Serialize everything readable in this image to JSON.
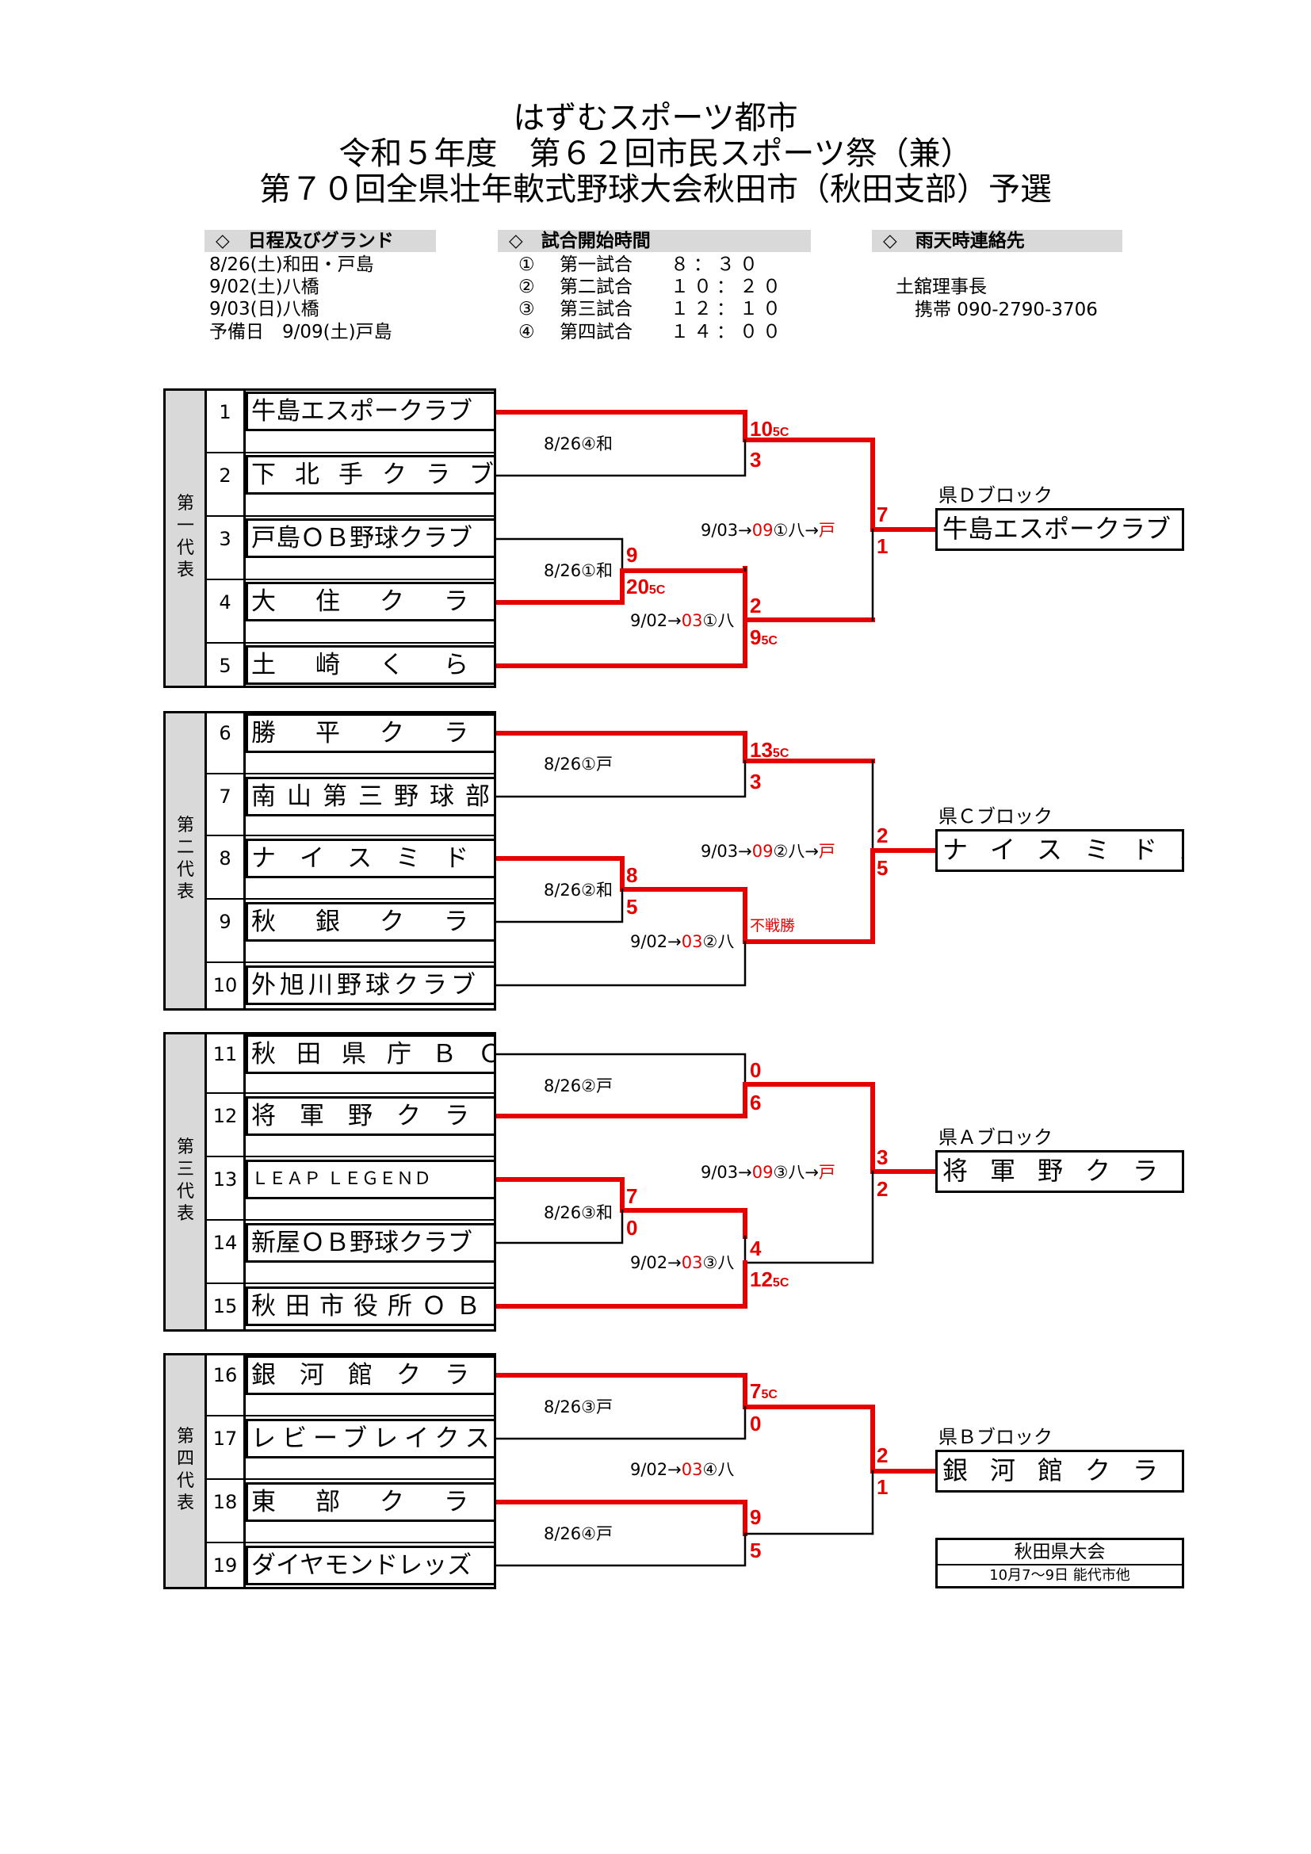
{
  "title": {
    "line1": "はずむスポーツ都市",
    "line2": "令和５年度　第６２回市民スポーツ祭（兼）",
    "line3": "第７０回全県壮年軟式野球大会秋田市（秋田支部）予選"
  },
  "schedule": {
    "header": "◇　日程及びグランド",
    "lines": [
      "8/26(土)和田・戸島",
      "9/02(土)八橋",
      "9/03(日)八橋",
      "予備日　9/09(土)戸島"
    ]
  },
  "times": {
    "header": "◇　試合開始時間",
    "games": [
      {
        "mark": "①",
        "name": "第一試合",
        "time": "８：３０"
      },
      {
        "mark": "②",
        "name": "第二試合",
        "time": "１０：２０"
      },
      {
        "mark": "③",
        "name": "第三試合",
        "time": "１２：１０"
      },
      {
        "mark": "④",
        "name": "第四試合",
        "time": "１４：００"
      }
    ]
  },
  "rain": {
    "header": "◇　雨天時連絡先",
    "name": "土舘理事長",
    "phone": "携帯 090-2790-3706"
  },
  "blocks": [
    {
      "label": [
        "第",
        "一",
        "代",
        "表"
      ],
      "teams": [
        {
          "num": "1",
          "name": "牛島エスポークラブ"
        },
        {
          "num": "2",
          "name": "下北手クラブ"
        },
        {
          "num": "3",
          "name": "戸島ＯＢ野球クラブ"
        },
        {
          "num": "4",
          "name": "大住クラブ"
        },
        {
          "num": "5",
          "name": "土崎くらぶ"
        }
      ],
      "matches": {
        "m1": "8/26④和",
        "m2": "8/26①和",
        "m3": {
          "a": "9/02→",
          "b": "03",
          "c": "①八"
        },
        "final": {
          "a": "9/03→",
          "b": "09",
          "c": "①八→",
          "d": "戸"
        }
      },
      "scores": {
        "s1a": "10",
        "s1a_note": "5C",
        "s1b": "3",
        "s2a": "9",
        "s2b": "20",
        "s2b_note": "5C",
        "s3a": "2",
        "s3b": "9",
        "s3b_note": "5C",
        "fa": "7",
        "fb": "1"
      },
      "winner_label": "県Ｄブロック",
      "winner": "牛島エスポークラブ"
    },
    {
      "label": [
        "第",
        "二",
        "代",
        "表"
      ],
      "teams": [
        {
          "num": "6",
          "name": "勝平クラブ"
        },
        {
          "num": "7",
          "name": "南山第三野球部"
        },
        {
          "num": "8",
          "name": "ナイスミドル"
        },
        {
          "num": "9",
          "name": "秋銀クラブ"
        },
        {
          "num": "10",
          "name": "外旭川野球クラブ"
        }
      ],
      "matches": {
        "m1": "8/26①戸",
        "m2": "8/26②和",
        "m3": {
          "a": "9/02→",
          "b": "03",
          "c": "②八"
        },
        "final": {
          "a": "9/03→",
          "b": "09",
          "c": "②八→",
          "d": "戸"
        }
      },
      "scores": {
        "s1a": "13",
        "s1a_note": "5C",
        "s1b": "3",
        "s2a": "8",
        "s2b": "5",
        "s3_note": "不戦勝",
        "fa": "2",
        "fb": "5"
      },
      "winner_label": "県Ｃブロック",
      "winner": "ナイスミドル"
    },
    {
      "label": [
        "第",
        "三",
        "代",
        "表"
      ],
      "teams": [
        {
          "num": "11",
          "name": "秋田県庁ＢＣ"
        },
        {
          "num": "12",
          "name": "将軍野クラブ"
        },
        {
          "num": "13",
          "name": "ＬＥＡＰ ＬＥＧＥＮＤ"
        },
        {
          "num": "14",
          "name": "新屋ＯＢ野球クラブ"
        },
        {
          "num": "15",
          "name": "秋田市役所ＯＢ"
        }
      ],
      "matches": {
        "m1": "8/26②戸",
        "m2": "8/26③和",
        "m3": {
          "a": "9/02→",
          "b": "03",
          "c": "③八"
        },
        "final": {
          "a": "9/03→",
          "b": "09",
          "c": "③八→",
          "d": "戸"
        }
      },
      "scores": {
        "s1a": "0",
        "s1b": "6",
        "s2a": "7",
        "s2b": "0",
        "s3a": "4",
        "s3b": "12",
        "s3b_note": "5C",
        "fa": "3",
        "fb": "2"
      },
      "winner_label": "県Ａブロック",
      "winner": "将軍野クラブ"
    },
    {
      "label": [
        "第",
        "四",
        "代",
        "表"
      ],
      "teams": [
        {
          "num": "16",
          "name": "銀河館クラブ"
        },
        {
          "num": "17",
          "name": "レビーブレイクス"
        },
        {
          "num": "18",
          "name": "東部クラブ"
        },
        {
          "num": "19",
          "name": "ダイヤモンドレッズ"
        }
      ],
      "matches": {
        "m1": "8/26③戸",
        "m2": "8/26④戸",
        "final": {
          "a": "9/02→",
          "b": "03",
          "c": "④八"
        }
      },
      "scores": {
        "s1a": "7",
        "s1a_note": "5C",
        "s1b": "0",
        "s2a": "9",
        "s2b": "5",
        "fa": "2",
        "fb": "1"
      },
      "winner_label": "県Ｂブロック",
      "winner": "銀河館クラブ"
    }
  ],
  "prefectural": {
    "title": "秋田県大会",
    "detail": "10月7～9日 能代市他"
  },
  "colors": {
    "win_line": "#e60000",
    "loss_line": "#000000",
    "band": "#d9d9d9"
  }
}
